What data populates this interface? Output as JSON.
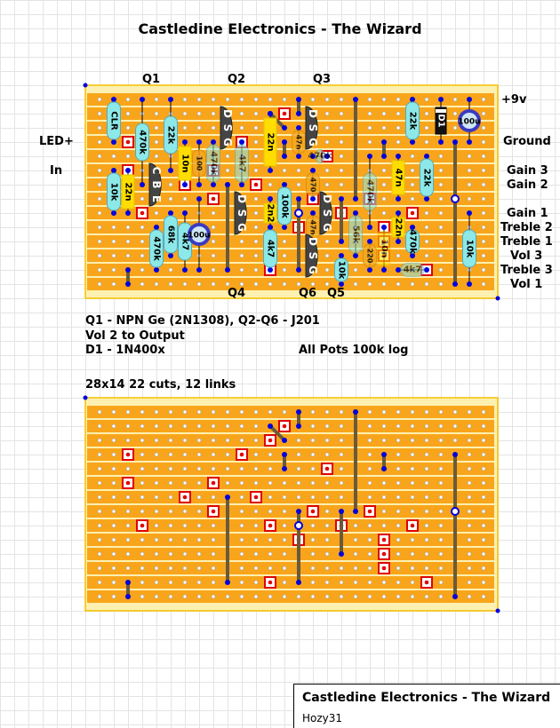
{
  "title": "Castledine Electronics - The Wizard",
  "transistor_labels": {
    "q1": "Q1",
    "q2": "Q2",
    "q3": "Q3",
    "q4": "Q4",
    "q5": "Q5",
    "q6": "Q6"
  },
  "left_labels": {
    "led": "LED+",
    "in": "In"
  },
  "right_labels": [
    "+9v",
    "Ground",
    "Gain 3",
    "Gain 2",
    "Gain 1",
    "Treble 2",
    "Treble 1",
    "Vol 3",
    "Treble 3",
    "Vol 1"
  ],
  "notes": [
    "Q1 - NPN Ge (2N1308), Q2-Q6 - J201",
    "Vol 2 to Output",
    "D1 - 1N400x"
  ],
  "pots_note": "All Pots 100k log",
  "board_info": "28x14 22 cuts, 12 links",
  "title_block": {
    "heading": "Castledine Electronics - The Wizard",
    "author": "Hozy31"
  },
  "pins": {
    "jfet": [
      "D",
      "S",
      "G"
    ],
    "bjt": [
      "C",
      "B",
      "E"
    ]
  },
  "components": [
    "CLR",
    "470k",
    "22k",
    "10n",
    "100",
    "470k",
    "10k",
    "22n",
    "68k",
    "4k7",
    "100u",
    "470k",
    "22n",
    "4k7",
    "2n2",
    "100k",
    "4k7",
    "47n",
    "470k",
    "470",
    "47n",
    "56k",
    "10k",
    "470k",
    "220",
    "10n",
    "47n",
    "22n",
    "22k",
    "22k",
    "470k",
    "4k7",
    "D1",
    "100u",
    "10k"
  ],
  "colors": {
    "strip": "#f8a51c",
    "board": "#fdf0b0",
    "resistor": "#8de8e8",
    "cap": "#ffdd00",
    "ceramic": "#f4a820",
    "cut": "#e00000",
    "link": "#6b5a3a",
    "node": "#0000dd"
  }
}
